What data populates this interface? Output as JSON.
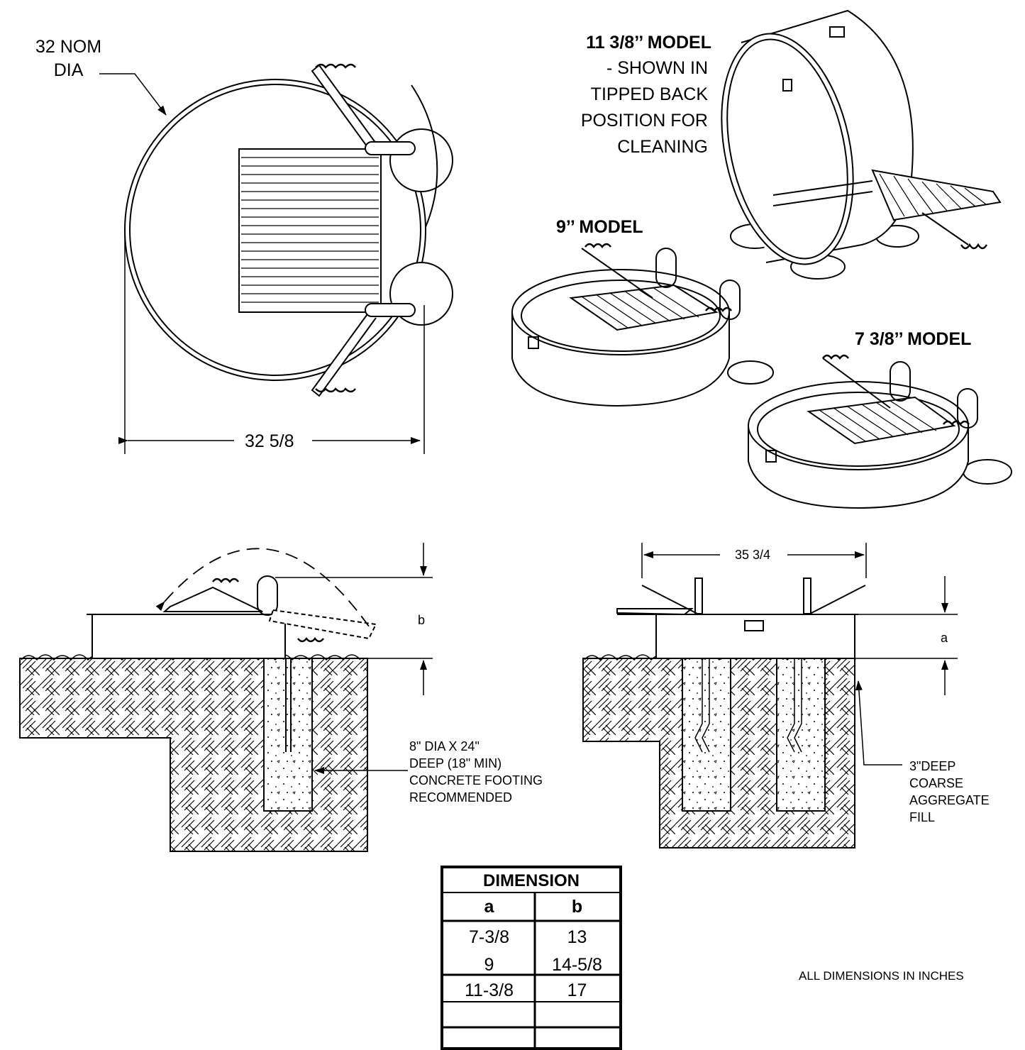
{
  "labels": {
    "nom_dia": "32 NOM\nDIA",
    "width_top": "32 5/8",
    "model_11": "11 3/8’’ MODEL",
    "model_11_note": "- SHOWN IN\nTIPPED BACK\nPOSITION FOR\nCLEANING",
    "model_9": "9’’ MODEL",
    "model_7": "7 3/8’’ MODEL",
    "dim_b": "b",
    "dim_a": "a",
    "width_right": "35 3/4",
    "footing_note": "8\" DIA X 24\"\nDEEP (18\" MIN)\nCONCRETE FOOTING\nRECOMMENDED",
    "aggregate_note": "3\"DEEP\nCOARSE\nAGGREGATE\nFILL",
    "units_note": "ALL DIMENSIONS IN INCHES"
  },
  "dimension_table": {
    "title": "DIMENSION",
    "headers": [
      "a",
      "b"
    ],
    "rows": [
      [
        "7-3/8",
        "13"
      ],
      [
        "9",
        "14-5/8"
      ],
      [
        "11-3/8",
        "17"
      ]
    ]
  }
}
